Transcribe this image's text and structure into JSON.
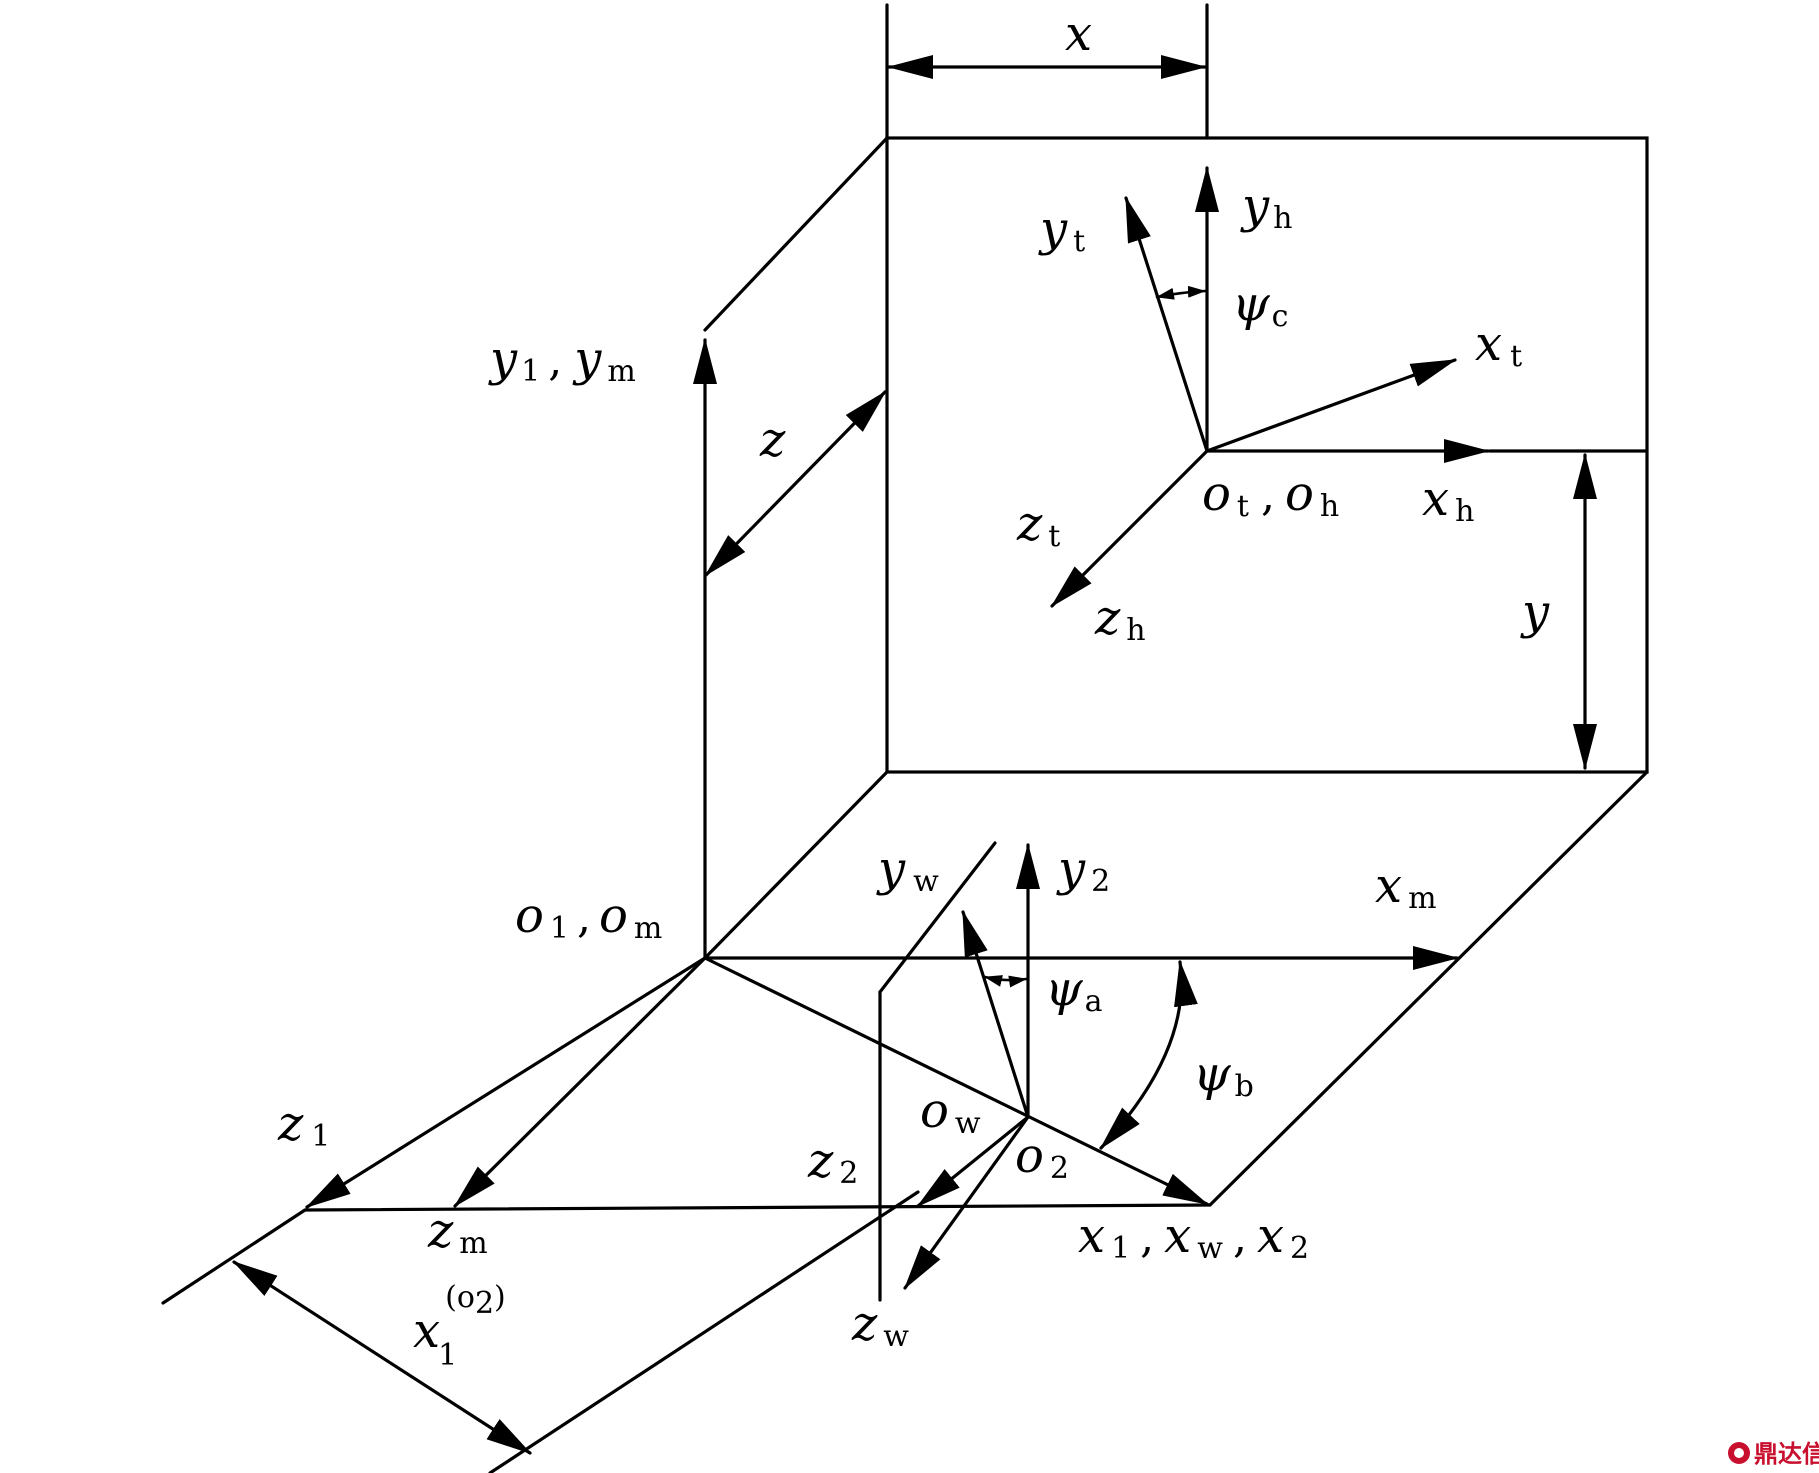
{
  "labels": {
    "x": "x",
    "y": "y",
    "z": "z",
    "yh": "y",
    "yh_sub": "h",
    "yt": "y",
    "yt_sub": "t",
    "psic": "ψ",
    "psic_sub": "c",
    "xt": "x",
    "xt_sub": "t",
    "xh": "x",
    "xh_sub": "h",
    "zt": "z",
    "zt_sub": "t",
    "zh": "z",
    "zh_sub": "h",
    "ot_oh": {
      "o1": "o",
      "o1_sub": "t",
      "sep": ",",
      "o2": "o",
      "o2_sub": "h"
    },
    "y1_ym": {
      "a": "y",
      "a_sub": "1",
      "sep": ",",
      "b": "y",
      "b_sub": "m"
    },
    "o1_om": {
      "a": "o",
      "a_sub": "1",
      "sep": ",",
      "b": "o",
      "b_sub": "m"
    },
    "yw": "y",
    "yw_sub": "w",
    "y2": "y",
    "y2_sub": "2",
    "xm": "x",
    "xm_sub": "m",
    "psia": "ψ",
    "psia_sub": "a",
    "psib": "ψ",
    "psib_sub": "b",
    "ow": "o",
    "ow_sub": "w",
    "o2": "o",
    "o2_sub": "2",
    "z1": "z",
    "z1_sub": "1",
    "z2": "z",
    "z2_sub": "2",
    "zm": "z",
    "zm_sub": "m",
    "zw": "z",
    "zw_sub": "w",
    "x1_xw_x2": {
      "a": "x",
      "a_sub": "1",
      "sep1": ",",
      "b": "x",
      "b_sub": "w",
      "sep2": ",",
      "c": "x",
      "c_sub": "2"
    },
    "x1o2": {
      "base": "x",
      "sub": "1",
      "sup_open": "(",
      "sup_o": "o",
      "sup_o_sub": "2",
      "sup_close": ")"
    }
  },
  "watermark": {
    "text": "鼎达信"
  },
  "colors": {
    "ink": "#000000",
    "watermark": "#c8102e",
    "background": "#ffffff"
  }
}
